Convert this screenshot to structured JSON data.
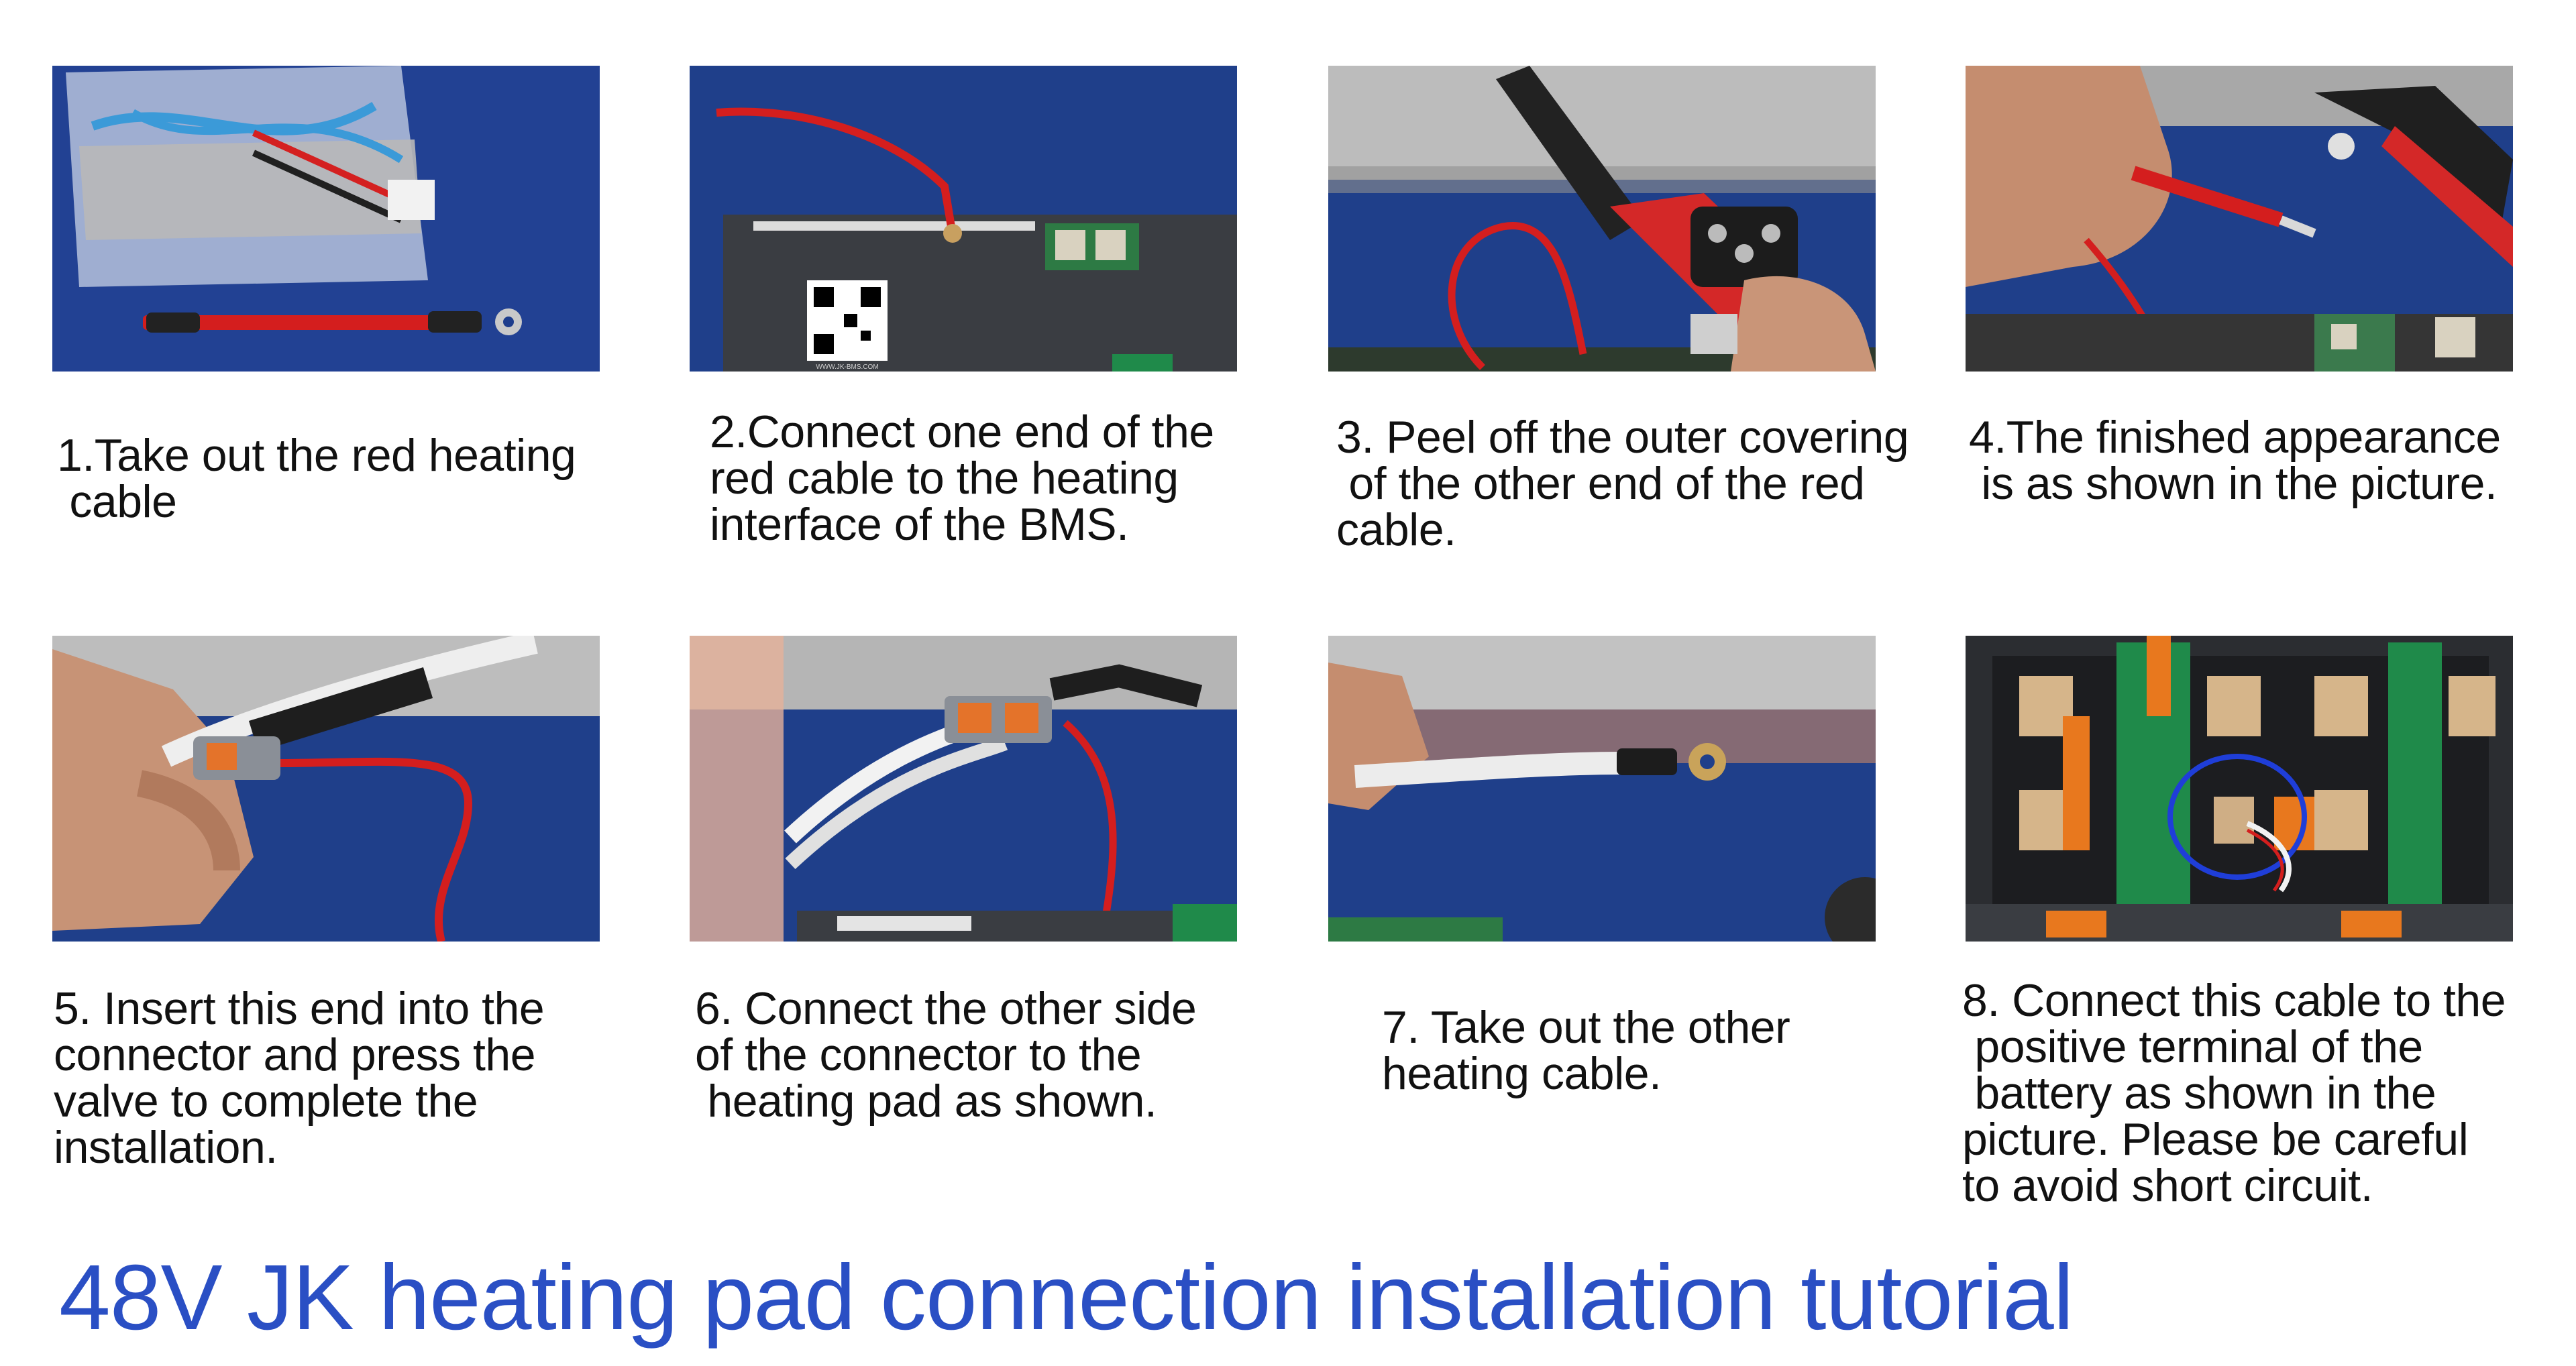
{
  "steps": [
    {
      "caption": "1.Take out the red heating\n cable"
    },
    {
      "caption": "2.Connect one end of the\nred cable to the heating\ninterface of the BMS."
    },
    {
      "caption": "3. Peel off the outer covering\n of the other end of the red\ncable."
    },
    {
      "caption": "4.The finished appearance\n is as shown in the picture."
    },
    {
      "caption": "5. Insert this end into the\nconnector and press the\nvalve to complete the\ninstallation."
    },
    {
      "caption": "6. Connect the other side\nof the connector to the\n heating pad as shown."
    },
    {
      "caption": "7. Take out the other\nheating cable."
    },
    {
      "caption": "8. Connect this cable to the\n positive terminal of the\n battery as shown in the\npicture. Please be careful\nto avoid short circuit."
    }
  ],
  "title": "48V JK heating pad connection installation tutorial",
  "bms_label": "WWW.JK-BMS.COM",
  "colors": {
    "title": "#2a4fc4",
    "caption": "#111111",
    "mat_blue": "#1f3f8a",
    "cable_red": "#d41e1e",
    "bms_dark": "#3a3d42",
    "pcb_green": "#1f8a4a",
    "copper_orange": "#e8781e"
  }
}
